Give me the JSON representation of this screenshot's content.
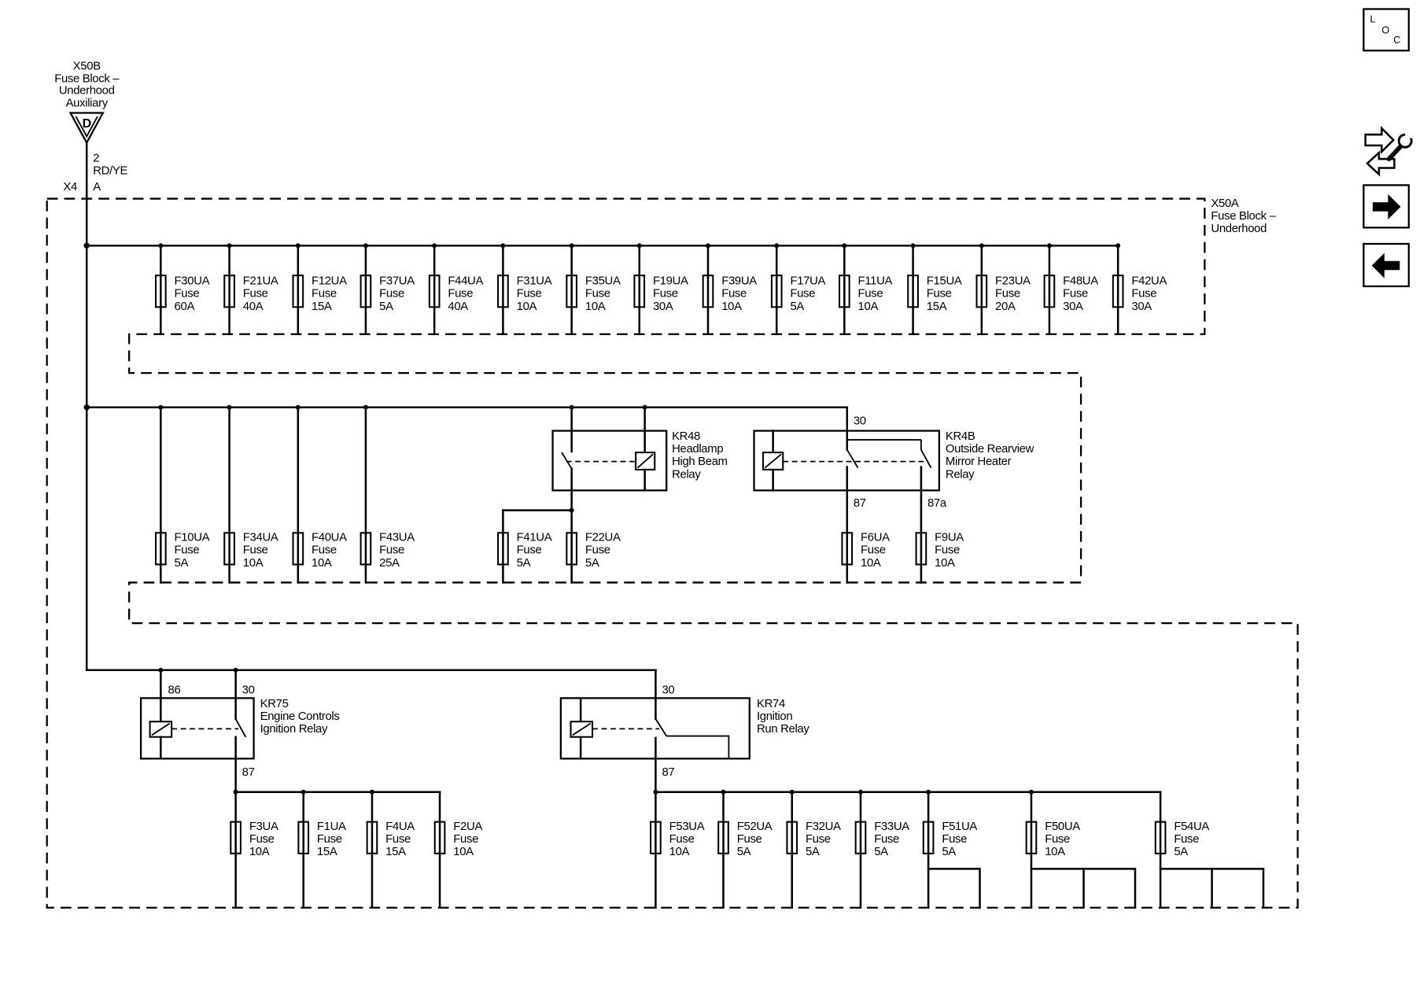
{
  "source_connector": {
    "name": "X50B",
    "desc": [
      "Fuse Block –",
      "Underhood",
      "Auxiliary"
    ],
    "pin": "D"
  },
  "wire": {
    "circuit": "2",
    "color": "RD/YE",
    "connector": "X4",
    "terminal": "A"
  },
  "fuse_block": {
    "name": "X50A",
    "desc": [
      "Fuse Block –",
      "Underhood"
    ]
  },
  "fuse_rows": [
    {
      "fuses": [
        {
          "id": "F30UA",
          "label": "Fuse",
          "rating": "60A"
        },
        {
          "id": "F21UA",
          "label": "Fuse",
          "rating": "40A"
        },
        {
          "id": "F12UA",
          "label": "Fuse",
          "rating": "15A"
        },
        {
          "id": "F37UA",
          "label": "Fuse",
          "rating": "5A"
        },
        {
          "id": "F44UA",
          "label": "Fuse",
          "rating": "40A"
        },
        {
          "id": "F31UA",
          "label": "Fuse",
          "rating": "10A"
        },
        {
          "id": "F35UA",
          "label": "Fuse",
          "rating": "10A"
        },
        {
          "id": "F19UA",
          "label": "Fuse",
          "rating": "30A"
        },
        {
          "id": "F39UA",
          "label": "Fuse",
          "rating": "10A"
        },
        {
          "id": "F17UA",
          "label": "Fuse",
          "rating": "5A"
        },
        {
          "id": "F11UA",
          "label": "Fuse",
          "rating": "10A"
        },
        {
          "id": "F15UA",
          "label": "Fuse",
          "rating": "15A"
        },
        {
          "id": "F23UA",
          "label": "Fuse",
          "rating": "20A"
        },
        {
          "id": "F48UA",
          "label": "Fuse",
          "rating": "30A"
        },
        {
          "id": "F42UA",
          "label": "Fuse",
          "rating": "30A"
        }
      ]
    },
    {
      "fuses": [
        {
          "id": "F10UA",
          "label": "Fuse",
          "rating": "5A"
        },
        {
          "id": "F34UA",
          "label": "Fuse",
          "rating": "10A"
        },
        {
          "id": "F40UA",
          "label": "Fuse",
          "rating": "10A"
        },
        {
          "id": "F43UA",
          "label": "Fuse",
          "rating": "25A"
        },
        {
          "id": "F41UA",
          "label": "Fuse",
          "rating": "5A"
        },
        {
          "id": "F22UA",
          "label": "Fuse",
          "rating": "5A"
        },
        {
          "id": "F6UA",
          "label": "Fuse",
          "rating": "10A"
        },
        {
          "id": "F9UA",
          "label": "Fuse",
          "rating": "10A"
        }
      ]
    },
    {
      "fuses": [
        {
          "id": "F3UA",
          "label": "Fuse",
          "rating": "10A"
        },
        {
          "id": "F1UA",
          "label": "Fuse",
          "rating": "15A"
        },
        {
          "id": "F4UA",
          "label": "Fuse",
          "rating": "15A"
        },
        {
          "id": "F2UA",
          "label": "Fuse",
          "rating": "10A"
        },
        {
          "id": "F53UA",
          "label": "Fuse",
          "rating": "10A"
        },
        {
          "id": "F52UA",
          "label": "Fuse",
          "rating": "5A"
        },
        {
          "id": "F32UA",
          "label": "Fuse",
          "rating": "5A"
        },
        {
          "id": "F33UA",
          "label": "Fuse",
          "rating": "5A"
        },
        {
          "id": "F51UA",
          "label": "Fuse",
          "rating": "5A"
        },
        {
          "id": "F50UA",
          "label": "Fuse",
          "rating": "10A"
        },
        {
          "id": "F54UA",
          "label": "Fuse",
          "rating": "5A"
        }
      ]
    }
  ],
  "relays": {
    "kr48": {
      "id": "KR48",
      "desc": [
        "Headlamp",
        "High Beam",
        "Relay"
      ]
    },
    "kr4b": {
      "id": "KR4B",
      "desc": [
        "Outside Rearview",
        "Mirror Heater",
        "Relay"
      ],
      "pins": [
        "30",
        "87",
        "87a"
      ]
    },
    "kr75": {
      "id": "KR75",
      "desc": [
        "Engine Controls",
        "Ignition Relay"
      ],
      "pins": [
        "86",
        "30",
        "87"
      ]
    },
    "kr74": {
      "id": "KR74",
      "desc": [
        "Ignition",
        "Run Relay"
      ],
      "pins": [
        "30",
        "87"
      ]
    }
  },
  "nav": {
    "loc": [
      "L",
      "O",
      "C"
    ],
    "icons": [
      "component-locator-icon",
      "connector-wrench-icon",
      "next-page-icon",
      "previous-page-icon"
    ]
  },
  "colors": {
    "line": "#000000",
    "background": "#ffffff"
  }
}
